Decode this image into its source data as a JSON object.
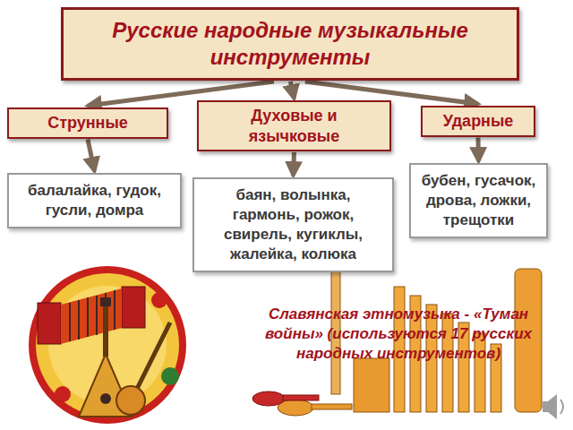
{
  "diagram": {
    "title": "Русские народные музыкальные инструменты",
    "nodes": [
      {
        "text": [
          "Русские народные музыкальные инструменты"
        ]
      },
      {
        "text": [
          "Струнные"
        ]
      },
      {
        "text": [
          "Духовые и язычковые"
        ]
      },
      {
        "text": [
          "Ударные"
        ]
      },
      {
        "text": [
          "балалайка, гудок, гусли, домра"
        ]
      },
      {
        "text": [
          "баян, волынка, гармонь, рожок, свирель, кугиклы, жалейка, колюка"
        ]
      },
      {
        "text": [
          "бубен, гусачок, дрова, ложки, трещотки"
        ]
      }
    ],
    "edges": [
      {
        "from": 0,
        "to": 1,
        "arrow": "to"
      },
      {
        "from": 0,
        "to": 2,
        "arrow": "to"
      },
      {
        "from": 0,
        "to": 3,
        "arrow": "to"
      },
      {
        "from": 1,
        "to": 4,
        "arrow": "to"
      },
      {
        "from": 2,
        "to": 5,
        "arrow": "to"
      },
      {
        "from": 3,
        "to": 6,
        "arrow": "to"
      }
    ],
    "labels": [
      "Славянская этномузыка - «Туман войны» (используются 17 русских народных инструментов)"
    ]
  }
}
